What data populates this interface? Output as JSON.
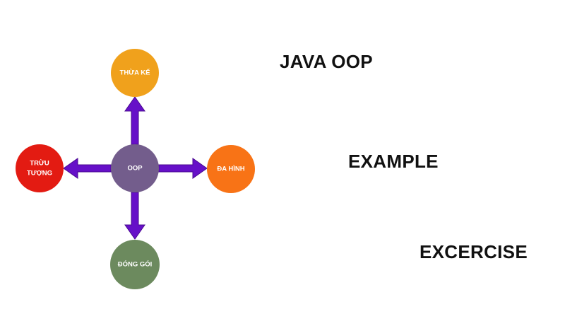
{
  "diagram": {
    "center": {
      "label": "OOP",
      "color": "#735d8c"
    },
    "nodes": [
      {
        "id": "top",
        "lines": [
          "THỪA KẾ"
        ],
        "color": "#f0a11c",
        "direction": "up"
      },
      {
        "id": "left",
        "lines": [
          "TRỪU",
          "TƯỢNG"
        ],
        "color": "#e31b12",
        "direction": "left"
      },
      {
        "id": "right",
        "lines": [
          "ĐA HÌNH"
        ],
        "color": "#f87316",
        "direction": "right"
      },
      {
        "id": "bottom",
        "lines": [
          "ĐÓNG GÓI"
        ],
        "color": "#6c8a5e",
        "direction": "down"
      }
    ],
    "arrow_color": "#6610c8",
    "arrow_outline": "#4a0a90"
  },
  "headings": {
    "java_oop": "JAVA OOP",
    "example": "EXAMPLE",
    "exercise": "EXCERCISE"
  }
}
